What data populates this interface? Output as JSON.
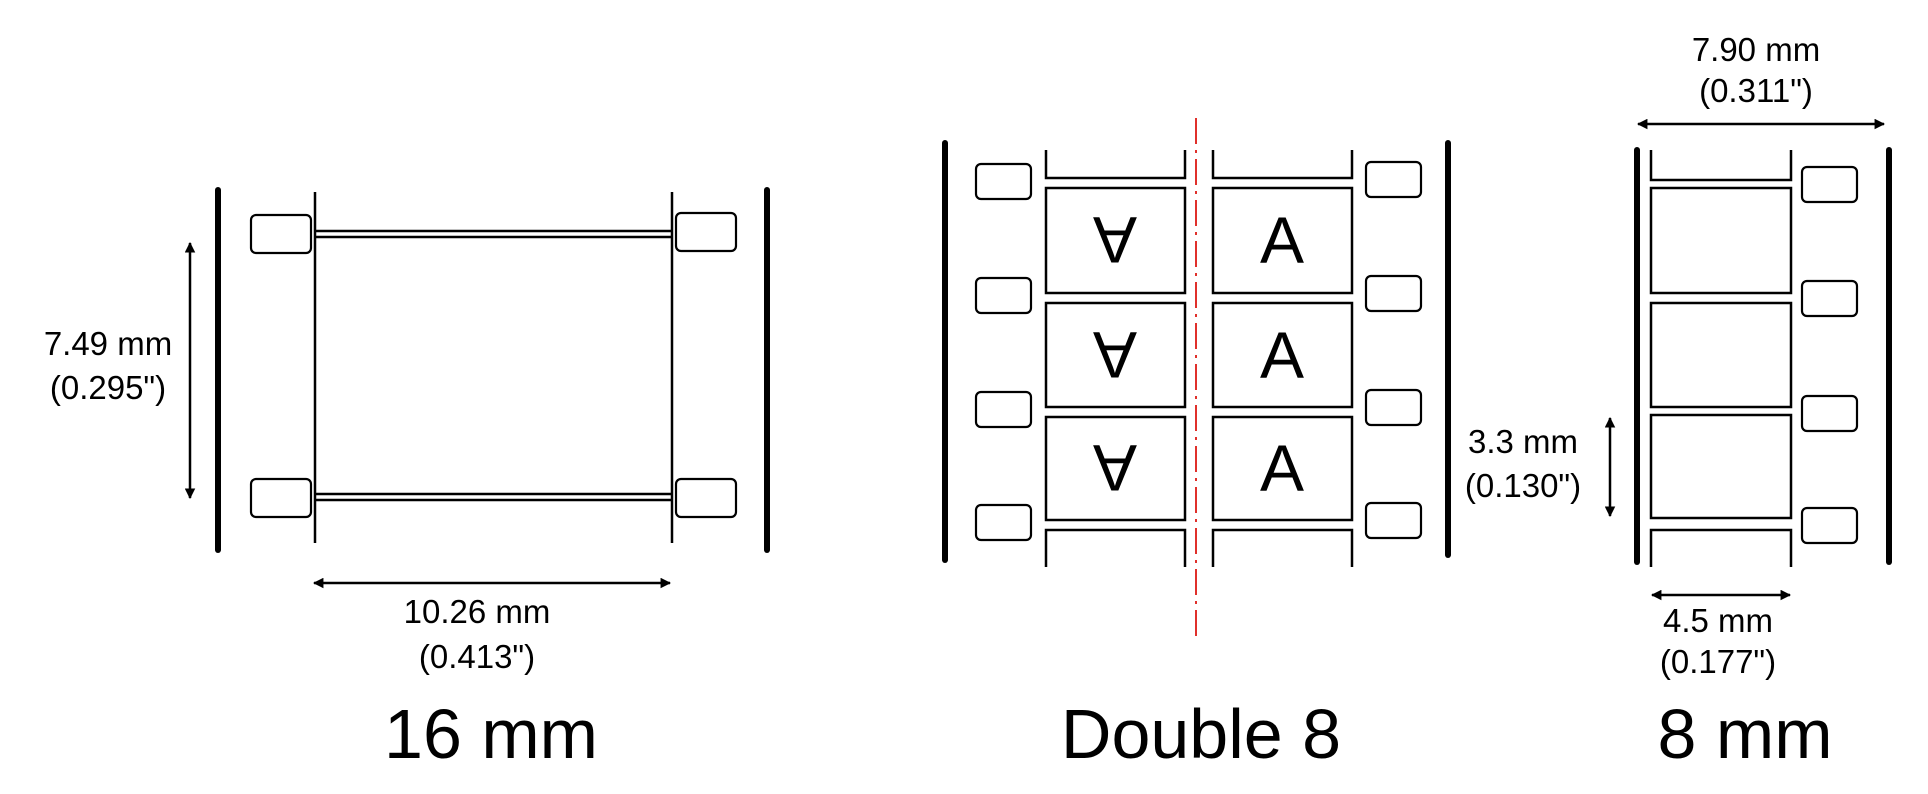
{
  "film_16mm": {
    "title": "16 mm",
    "height_mm": "7.49 mm",
    "height_in": "(0.295\")",
    "width_mm": "10.26 mm",
    "width_in": "(0.413\")"
  },
  "film_double8": {
    "title": "Double 8",
    "frame_letter": "A"
  },
  "film_8mm": {
    "title": "8 mm",
    "gauge_mm": "7.90 mm",
    "gauge_in": "(0.311\")",
    "frame_height_mm": "3.3 mm",
    "frame_height_in": "(0.130\")",
    "frame_width_mm": "4.5 mm",
    "frame_width_in": "(0.177\")"
  },
  "colors": {
    "line": "#000000",
    "center_split": "#e0302b"
  }
}
